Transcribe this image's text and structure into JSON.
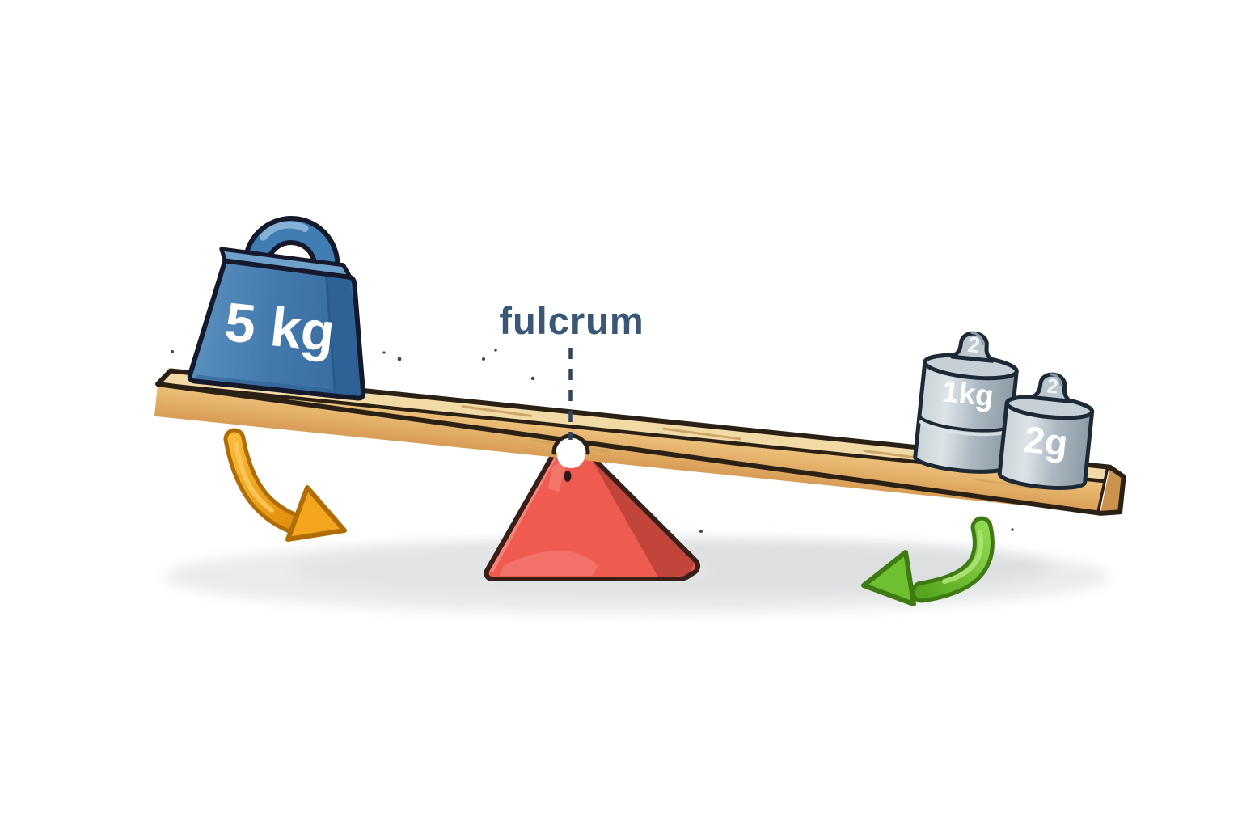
{
  "figure": {
    "type": "lever-balance-diagram",
    "fulcrum_label": "fulcrum",
    "left_weight": {
      "label": "5 kg"
    },
    "right_weights": [
      {
        "body_label": "1kg",
        "knob_label": "2"
      },
      {
        "body_label": "2g",
        "knob_label": "2"
      }
    ],
    "arrows": [
      {
        "side": "left",
        "direction": "down-right",
        "color_name": "orange"
      },
      {
        "side": "right",
        "direction": "down-left",
        "color_name": "green"
      }
    ]
  },
  "colors": {
    "background": "#ffffff",
    "label_text": "#3a5775",
    "dashed_line": "#314459",
    "weight_text": "#ffffff",
    "knob_text": "#f2f5f6",
    "weight_blue": "#4379ad",
    "weight_blue_light": "#6fa0c9",
    "weight_blue_dark": "#2e6093",
    "plank_top": "#f2daa6",
    "plank_front": "#e2ae66",
    "plank_end": "#c9934e",
    "pyramid_front": "#ef5b50",
    "pyramid_side": "#c2453c",
    "metal_gray": "#aebac3",
    "metal_gray_light": "#c6d0d6",
    "arrow_orange": "#f3a51d",
    "arrow_orange_outline": "#b06d06",
    "arrow_green": "#6fc02f",
    "arrow_green_outline": "#3e7c13",
    "shadow": "#e9ebec"
  }
}
